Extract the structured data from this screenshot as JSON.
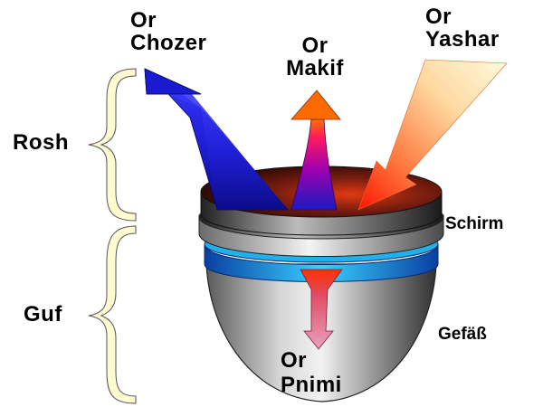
{
  "labels": {
    "or_chozer": [
      "Or",
      "Chozer"
    ],
    "or_makif": [
      "Or",
      "Makif"
    ],
    "or_yashar": [
      "Or",
      "Yashar"
    ],
    "rosh": "Rosh",
    "guf": "Guf",
    "schirm": "Schirm",
    "gefaess": "Gefäß",
    "or_pnimi": [
      "Or",
      "Pnimi"
    ]
  },
  "colors": {
    "or_chozer": "#1515c8",
    "or_makif_tip": "#ff6a00",
    "or_makif_base": "#b000b0",
    "or_yashar_tip": "#ff1a00",
    "or_yashar_tail": "#fff8c0",
    "or_pnimi_tip": "#ff3000",
    "or_pnimi_tail": "#d080b0",
    "schirm_band": "#2ab8f0",
    "brace": "#fffbd0",
    "vessel_top": "#6a1a10"
  }
}
